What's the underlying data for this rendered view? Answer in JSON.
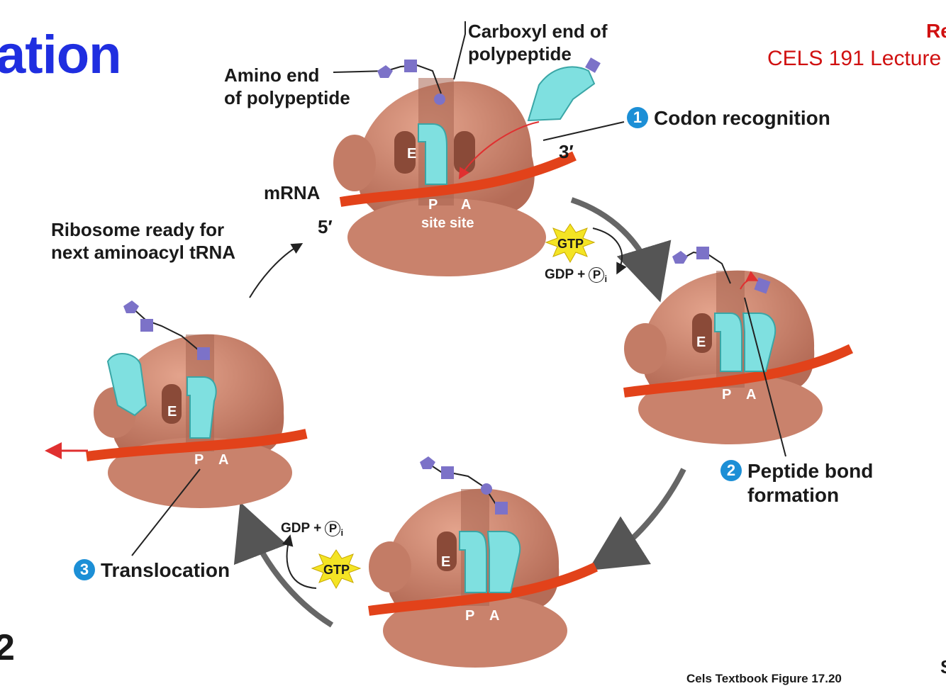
{
  "title": "ation",
  "header": {
    "line1": "Re",
    "line2": "CELS 191 Lecture"
  },
  "labels": {
    "carboxyl_end": "Carboxyl end of\npolypeptide",
    "amino_end": "Amino end\nof polypeptide",
    "mrna": "mRNA",
    "five_prime": "5′",
    "three_prime": "3′",
    "ribosome_ready": "Ribosome ready for\nnext aminoacyl tRNA",
    "p_site": "P",
    "a_site": "A",
    "site_word": "site site",
    "e_site": "E",
    "gtp": "GTP",
    "gdp_pi": "GDP + ",
    "pi": "P",
    "pi_sub": "i"
  },
  "steps": [
    {
      "number": "1",
      "label": "Codon recognition"
    },
    {
      "number": "2",
      "label": "Peptide bond\nformation"
    },
    {
      "number": "3",
      "label": "Translocation"
    }
  ],
  "caption": "Cels Textbook Figure 17.20",
  "edge_left": "2",
  "edge_right": "S",
  "colors": {
    "ribosome": "#c9826c",
    "ribosome_dark": "#a15e4a",
    "trna": "#7fe0e0",
    "mrna": "#e2421a",
    "amino": "#7c72c8",
    "title": "#1f2ee0",
    "header": "#d01010",
    "step_badge": "#1c8fd6",
    "gtp_star": "#f4e424"
  }
}
